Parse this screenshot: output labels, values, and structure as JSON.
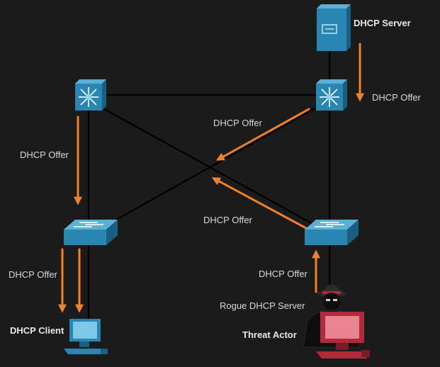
{
  "labels": {
    "dhcp_server": "DHCP Server",
    "dhcp_client": "DHCP Client",
    "threat_actor": "Threat Actor",
    "rogue_server": "Rogue DHCP Server",
    "offer_server_to_router": "DHCP Offer",
    "offer_router_cross": "DHCP Offer",
    "offer_left_router_down": "DHCP Offer",
    "offer_rogue_cross": "DHCP Offer",
    "offer_to_client": "DHCP Offer",
    "offer_rogue_up": "DHCP Offer"
  },
  "colors": {
    "background": "#1b1b1b",
    "arrow": "#f0802a",
    "link": "#000000",
    "device_blue": "#2a86b0",
    "rogue_red": "#b02a3a"
  },
  "icons": {
    "server": "server-icon",
    "router": "multilayer-switch-icon",
    "switch": "switch-icon",
    "client": "pc-icon",
    "rogue": "rogue-pc-icon",
    "actor": "hacker-figure-icon"
  }
}
